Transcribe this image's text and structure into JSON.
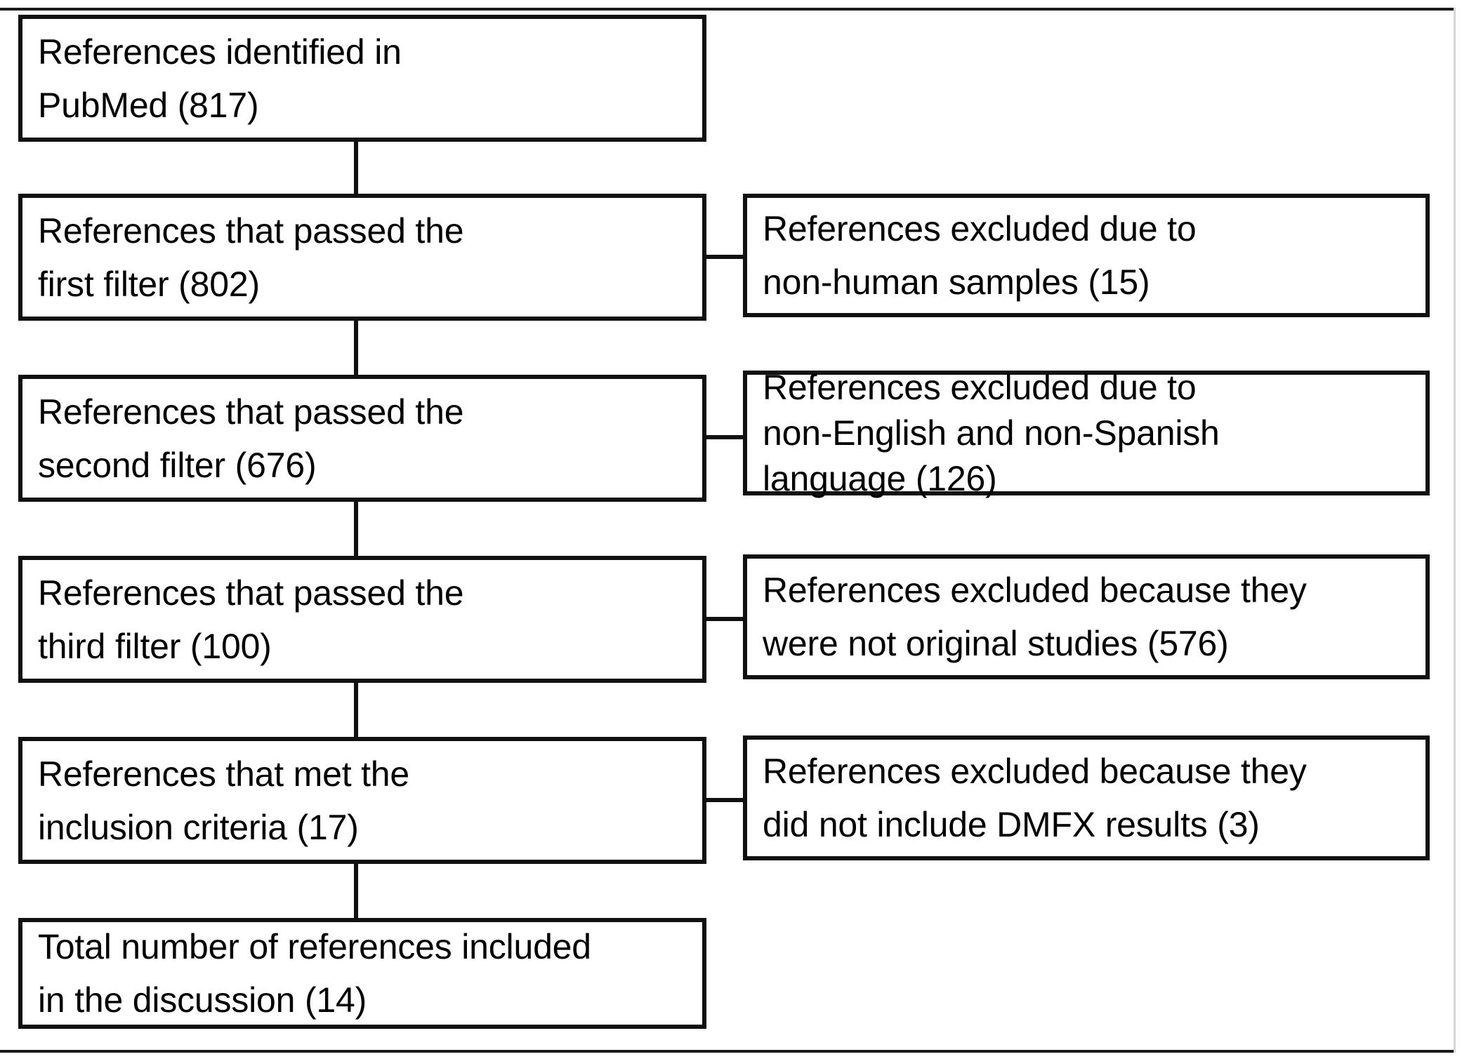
{
  "figure": {
    "type": "flowchart",
    "title": "Reference selection flow diagram",
    "orientation": "top-to-bottom with right-side exclusion branches",
    "colors": {
      "box_border": "#111111",
      "box_fill": "#ffffff",
      "connector": "#111111",
      "text": "#000000",
      "frame_rule": "#1a1a1a"
    }
  },
  "main_flow": [
    {
      "id": "identified",
      "lines": [
        "References identified in",
        "PubMed (817)"
      ],
      "count": 817
    },
    {
      "id": "first-filter",
      "lines": [
        "References that passed the",
        "first filter (802)"
      ],
      "count": 802
    },
    {
      "id": "second-filter",
      "lines": [
        "References that passed the",
        "second filter (676)"
      ],
      "count": 676
    },
    {
      "id": "third-filter",
      "lines": [
        "References that passed the",
        "third filter (100)"
      ],
      "count": 100
    },
    {
      "id": "inclusion-criteria",
      "lines": [
        "References that met the",
        "inclusion criteria (17)"
      ],
      "count": 17
    },
    {
      "id": "total-included",
      "lines": [
        "Total number of references included",
        "in the discussion (14)"
      ],
      "count": 14
    }
  ],
  "exclusions": [
    {
      "id": "non-human",
      "lines": [
        "References excluded due to",
        "non-human samples (15)"
      ],
      "count": 15
    },
    {
      "id": "language",
      "lines": [
        "References excluded due to",
        "non-English and non-Spanish",
        "language (126)"
      ],
      "count": 126
    },
    {
      "id": "not-original",
      "lines": [
        "References excluded because they",
        "were not original studies (576)"
      ],
      "count": 576
    },
    {
      "id": "no-dmfx",
      "lines": [
        "References excluded because they",
        "did not include DMFX results (3)"
      ],
      "count": 3
    }
  ]
}
